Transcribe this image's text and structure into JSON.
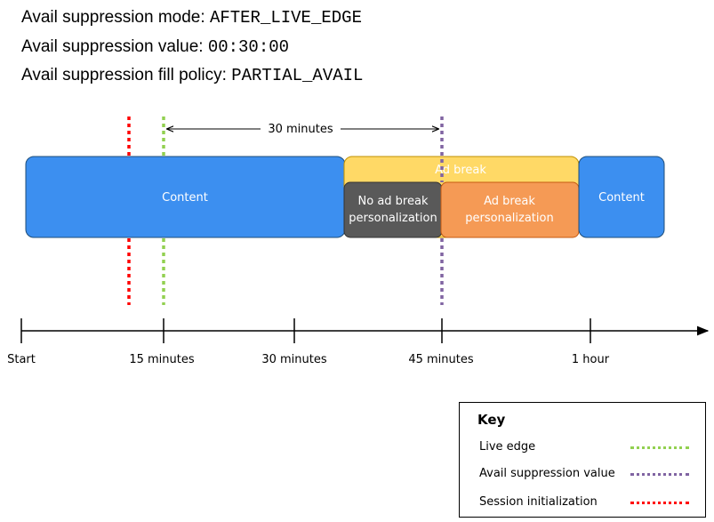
{
  "settings": [
    {
      "label": "Avail suppression mode:",
      "value": "AFTER_LIVE_EDGE"
    },
    {
      "label": "Avail suppression value:",
      "value": "00:30:00"
    },
    {
      "label": "Avail suppression fill policy:",
      "value": "PARTIAL_AVAIL"
    }
  ],
  "span_label": "30 minutes",
  "boxes": {
    "content_main": "Content",
    "ad_break": "Ad break",
    "no_personalization": [
      "No ad break",
      "personalization"
    ],
    "personalization": [
      "Ad break",
      "personalization"
    ],
    "content_end": "Content"
  },
  "timeline": {
    "ticks": [
      "Start",
      "15 minutes",
      "30 minutes",
      "45 minutes",
      "1 hour"
    ]
  },
  "key": {
    "title": "Key",
    "items": [
      {
        "label": "Live edge",
        "color": "#92d050"
      },
      {
        "label": "Avail suppression value",
        "color": "#8064a2"
      },
      {
        "label": "Session initialization",
        "color": "#ff0000"
      }
    ]
  },
  "colors": {
    "content": "#3c8ff0",
    "ad_break": "#ffd966",
    "no_personalization": "#595959",
    "personalization": "#f59a55",
    "live_edge": "#92d050",
    "suppression": "#8064a2",
    "session_init": "#ff0000"
  }
}
